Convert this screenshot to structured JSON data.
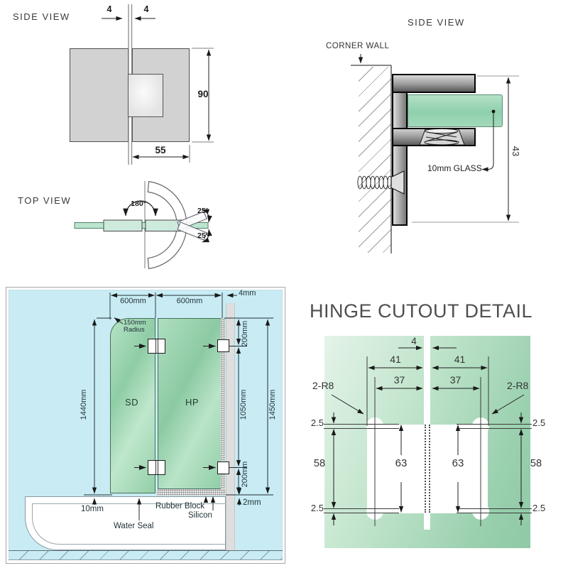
{
  "colors": {
    "glass_green": "#98d0ac",
    "panel_blue": "#c9ecf4",
    "metal_gray": "#9c9c9c",
    "line_dark": "#222222"
  },
  "hinge_side_view": {
    "title": "SIDE VIEW",
    "gap_left": "4",
    "gap_right": "4",
    "height": "90",
    "width": "55"
  },
  "top_view": {
    "title": "TOP VIEW",
    "swing_angle": "180°",
    "upper_angle": "25°",
    "lower_angle": "25°"
  },
  "wall_side_view": {
    "title": "SIDE VIEW",
    "wall_label": "CORNER WALL",
    "glass_label": "10mm GLASS",
    "height": "43"
  },
  "screen_layout": {
    "panel1_width": "600mm",
    "panel2_width": "600mm",
    "wall_gap": "4mm",
    "corner_radius_line1": "150mm",
    "corner_radius_line2": "Radius",
    "sd_height": "1440mm",
    "hinge_offset_top": "200mm",
    "hinge_span": "1050mm",
    "hinge_offset_bottom": "200mm",
    "hp_height": "1450mm",
    "sd_label": "SD",
    "hp_label": "HP",
    "floor_gap": "10mm",
    "bottom_gap": "2mm",
    "water_seal": "Water Seal",
    "rubber_block": "Rubber Block",
    "silicon": "Silicon"
  },
  "hinge_cutout": {
    "title": "HINGE CUTOUT DETAIL",
    "glass_gap": "4",
    "outer_width": "41",
    "inner_width": "37",
    "corner_radius": "2-R8",
    "step": "2.5",
    "edge_height": "58",
    "cutout_height": "63"
  }
}
